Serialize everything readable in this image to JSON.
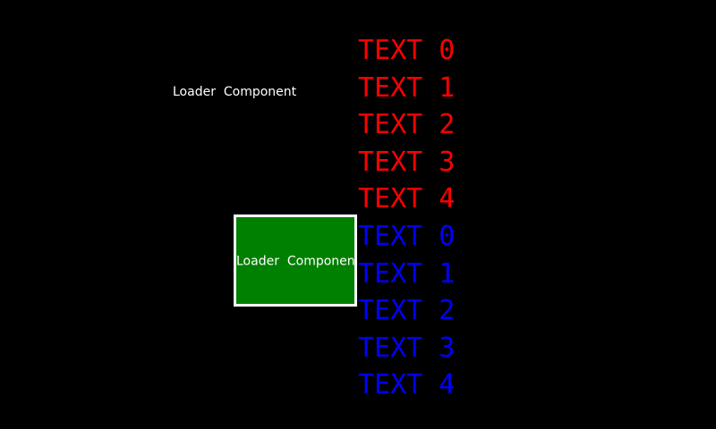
{
  "screen": {
    "background": "#000000"
  },
  "loader_label": {
    "text": "Loader  Component",
    "color": "#FFFFFF"
  },
  "loader_box": {
    "label": "Loader  Component",
    "label_color": "#FFFFFF",
    "fill": "#008000",
    "border_color": "#FFFFFF"
  },
  "list": {
    "items": [
      {
        "label": "TEXT 0",
        "color": "#FF0000"
      },
      {
        "label": "TEXT 1",
        "color": "#FF0000"
      },
      {
        "label": "TEXT 2",
        "color": "#FF0000"
      },
      {
        "label": "TEXT 3",
        "color": "#FF0000"
      },
      {
        "label": "TEXT 4",
        "color": "#FF0000"
      },
      {
        "label": "TEXT 0",
        "color": "#0000FF"
      },
      {
        "label": "TEXT 1",
        "color": "#0000FF"
      },
      {
        "label": "TEXT 2",
        "color": "#0000FF"
      },
      {
        "label": "TEXT 3",
        "color": "#0000FF"
      },
      {
        "label": "TEXT 4",
        "color": "#0000FF"
      }
    ]
  }
}
